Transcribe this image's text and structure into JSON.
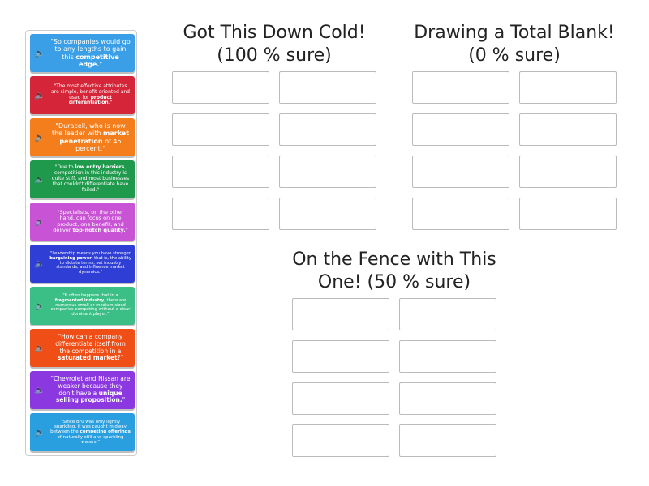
{
  "cards": [
    {
      "pre": "\"So companies would go to any lengths to gain this ",
      "bold": "competitive edge.",
      "post": "\"",
      "color": "#3a9fe6",
      "size": 8
    },
    {
      "pre": "\"The most effective attributes are simple, benefit-oriented and used for ",
      "bold": "product differentiation",
      "post": ".\"",
      "color": "#d42638",
      "size": 6
    },
    {
      "pre": "\"Duracell, who is now the leader with ",
      "bold": "market penetration",
      "post": " of 45 percent.\"",
      "color": "#f47d1c",
      "size": 8
    },
    {
      "pre": "\"Due to ",
      "bold": "low entry barriers",
      "post": ", competition in this industry is quite stiff, and most businesses that couldn't differentiate have failed.\"",
      "color": "#1f9a4c",
      "size": 6
    },
    {
      "pre": "\"Specialists, on the other hand, can focus on one product, one benefit, and deliver ",
      "bold": "top-notch quality.",
      "post": "\"",
      "color": "#c853d4",
      "size": 6.5
    },
    {
      "pre": "\"Leadership means you have stronger ",
      "bold": "bargaining power",
      "post": ", that is, the ability to dictate terms, set industry standards, and influence market dynamics.\"",
      "color": "#2f3fd6",
      "size": 5.2
    },
    {
      "pre": "\"It often happens that in a ",
      "bold": "fragmented industry",
      "post": ", there are numerous small or medium-sized companies competing without a clear dominant player.\"",
      "color": "#3cbf86",
      "size": 5.2
    },
    {
      "pre": "\"How can a company differentiate itself from the competition in a ",
      "bold": "saturated market",
      "post": "?\"",
      "color": "#f04e17",
      "size": 7.5
    },
    {
      "pre": "\"Chevrolet and Nissan are weaker because they don't have a ",
      "bold": "unique selling proposition.",
      "post": "\"",
      "color": "#8b38e0",
      "size": 7.5
    },
    {
      "pre": "\"Since Bru was only lightly sparkling, it was caught midway between the ",
      "bold": "competing offerings",
      "post": " of naturally still and sparkling waters.\"",
      "color": "#2a9fe0",
      "size": 5.5
    }
  ],
  "groups": [
    {
      "title": "Got This Down Cold! (100 % sure)"
    },
    {
      "title": "Drawing a Total Blank! (0 % sure)"
    },
    {
      "title": "On the Fence with This One! (50 % sure)"
    }
  ],
  "speaker_icon": "speaker-icon"
}
